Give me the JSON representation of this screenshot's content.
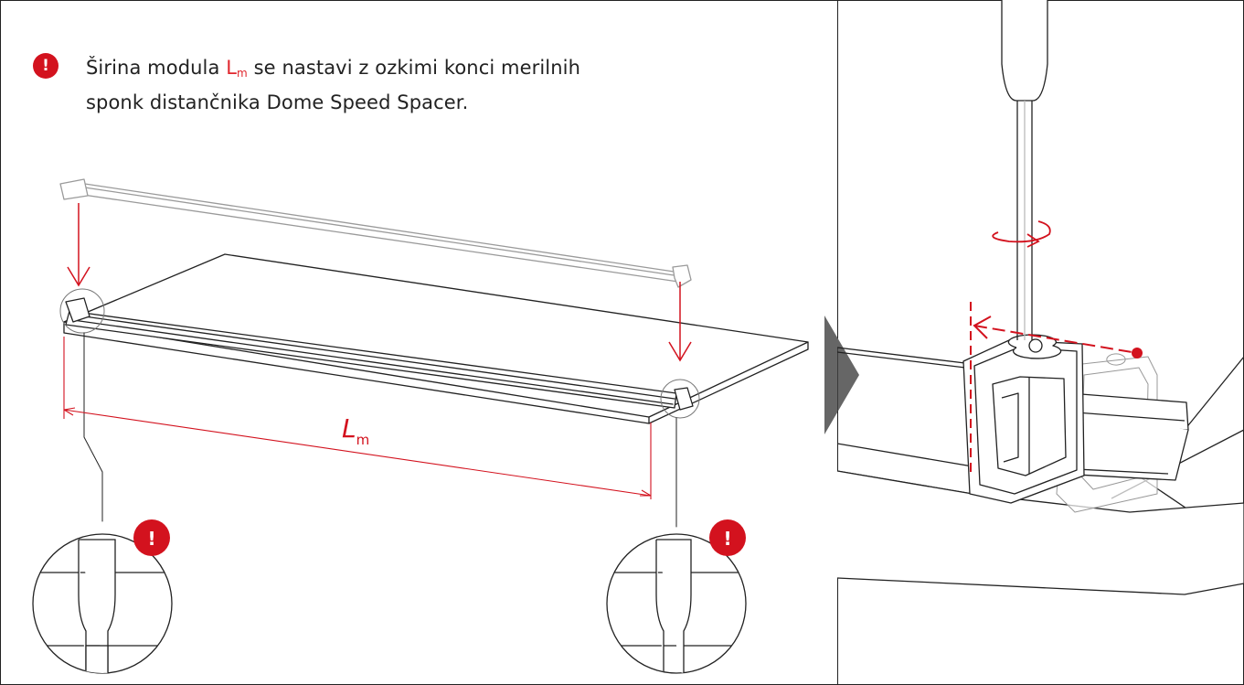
{
  "note": {
    "badge": "!",
    "text_before": "Širina modula ",
    "symbol": "L",
    "symbol_sub": "m",
    "text_after_line1": " se nastavi z ozkimi konci merilnih",
    "line2": "sponk distančnika Dome Speed Spacer."
  },
  "dimension_label": {
    "symbol": "L",
    "sub": "m"
  },
  "detail_badges": [
    "!",
    "!"
  ],
  "colors": {
    "accent_red": "#d3121e",
    "line_dark": "#222222",
    "fill_light": "#ffffff",
    "step_arrow": "#666666"
  },
  "icons": [
    "warning-icon",
    "down-arrow-icon",
    "rotate-arrow-icon",
    "step-arrow-icon",
    "screwdriver-icon"
  ]
}
